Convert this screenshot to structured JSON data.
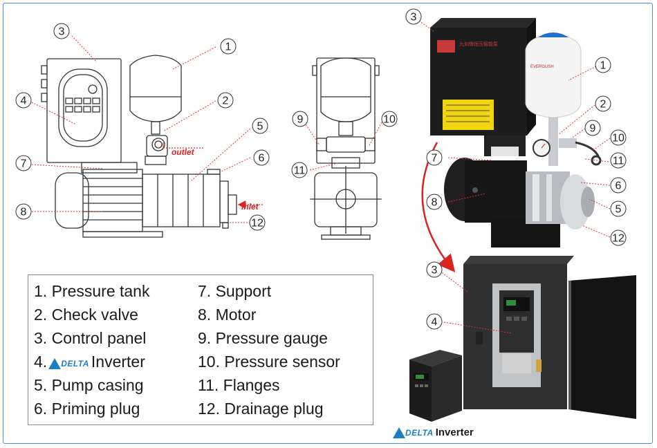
{
  "legend": {
    "items": [
      {
        "num": "1.",
        "label": "Pressure tank"
      },
      {
        "num": "2.",
        "label": "Check valve"
      },
      {
        "num": "3.",
        "label": "Control panel"
      },
      {
        "num": "4.",
        "brand": "DELTA",
        "label": "Inverter"
      },
      {
        "num": "5.",
        "label": "Pump casing"
      },
      {
        "num": "6.",
        "label": "Priming plug"
      },
      {
        "num": "7.",
        "label": "Support"
      },
      {
        "num": "8.",
        "label": "Motor"
      },
      {
        "num": "9.",
        "label": "Pressure gauge"
      },
      {
        "num": "10.",
        "label": "Pressure sensor"
      },
      {
        "num": "11.",
        "label": "Flanges"
      },
      {
        "num": "12.",
        "label": "Drainage plug"
      }
    ]
  },
  "drawing_labels": {
    "outlet": "outlet",
    "inlet": "Inlet"
  },
  "photo_labels": {
    "panel_header": "九如牌恒压智能泵",
    "panel_brand": "EVERGUSH"
  },
  "bottom_brand": {
    "brand": "DELTA",
    "label": "Inverter"
  },
  "callouts": [
    "1",
    "2",
    "3",
    "4",
    "5",
    "6",
    "7",
    "8",
    "9",
    "10",
    "11",
    "12"
  ],
  "colors": {
    "frame": "#4a8fcf",
    "leader": "#d33",
    "brand_blue": "#1b7fc4",
    "tank_cap": "#1e6fd0"
  }
}
